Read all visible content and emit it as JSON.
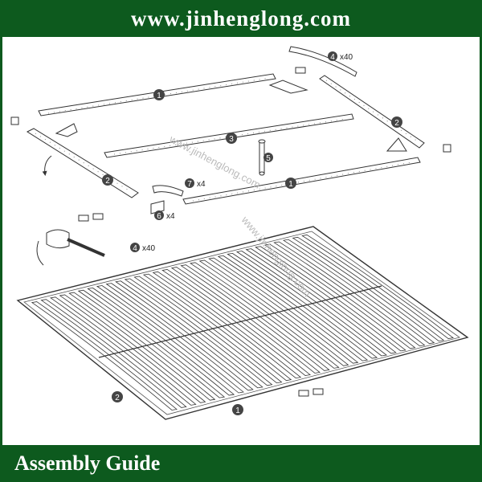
{
  "header": {
    "url": "www.jinhenglong.com"
  },
  "footer": {
    "caption": "Assembly Guide"
  },
  "callouts": {
    "c1": "1",
    "c2": "2",
    "c3": "3",
    "c4": "4",
    "c5": "5",
    "c6": "6",
    "c7": "7"
  },
  "quantities": {
    "q40": "x40",
    "q4": "x4"
  },
  "watermark": "www.jinhenglong.com",
  "colors": {
    "banner": "#0d5a1e",
    "line": "#333333",
    "callout_fill": "#444444"
  }
}
